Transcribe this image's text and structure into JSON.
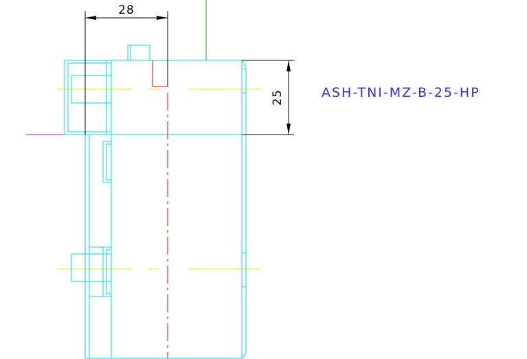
{
  "drawing": {
    "dimensions": {
      "horizontal": {
        "value": "28"
      },
      "vertical": {
        "value": "25"
      }
    },
    "part_label": "ASH-TNI-MZ-B-25-HP",
    "colors": {
      "background": "#ffffff",
      "outline": "#00d8e8",
      "dimension": "#000000",
      "centerline_yellow": "#e8e800",
      "centerline_red": "#e00000",
      "datum_green": "#00c000",
      "datum_magenta": "#e000e0",
      "label": "#3030e0"
    }
  }
}
